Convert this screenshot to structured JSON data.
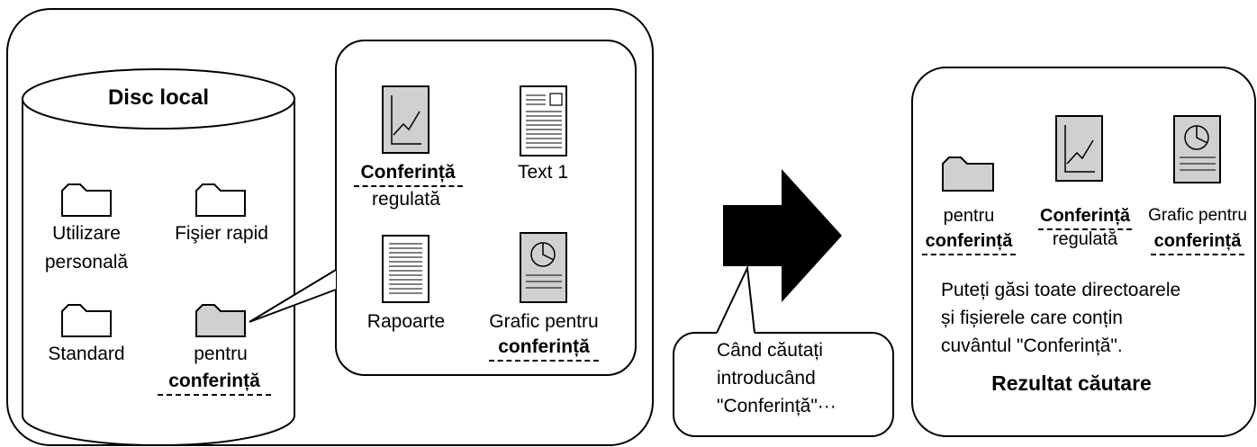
{
  "disk": {
    "title": "Disc local",
    "folders": {
      "personal_line1": "Utilizare",
      "personal_line2": "personală",
      "quick": "Fişier rapid",
      "standard": "Standard",
      "conf_line1": "pentru",
      "conf_line2": "conferință"
    }
  },
  "folder_contents": {
    "conf_regular_line1": "Conferință",
    "conf_regular_line2": "regulată",
    "text1": "Text 1",
    "reports": "Rapoarte",
    "graph_line1": "Grafic pentru",
    "graph_line2": "conferință"
  },
  "callout": {
    "line1": "Când căutați",
    "line2": "introducând",
    "line3": "\"Conferință\"···"
  },
  "result": {
    "folder_line1": "pentru",
    "folder_line2": "conferință",
    "conf_regular_line1": "Conferință",
    "conf_regular_line2": "regulată",
    "graph_line1": "Grafic pentru",
    "graph_line2": "conferință",
    "desc_line1": "Puteți găsi toate directoarele",
    "desc_line2": "și fișierele care conțin",
    "desc_line3": "cuvântul \"Conferință\".",
    "title": "Rezultat căutare"
  },
  "colors": {
    "stroke": "#000000",
    "file_fill": "#d0d0d0",
    "background": "#ffffff"
  }
}
